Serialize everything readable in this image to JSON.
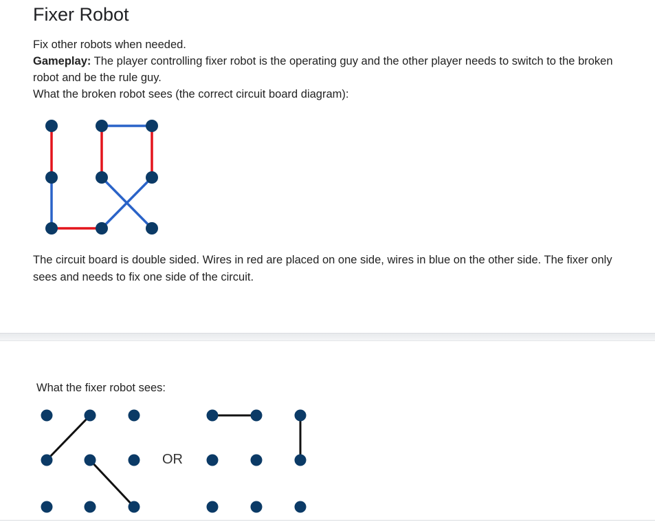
{
  "title": "Fixer Robot",
  "intro": "Fix other robots when needed.",
  "gameplay_label": "Gameplay:",
  "gameplay_text": " The player controlling fixer robot is the operating guy and the other player needs to switch to the broken robot and be the rule guy.",
  "broken_sees": "What the broken robot sees (the correct circuit board diagram):",
  "description": "The circuit board is double sided. Wires in red are placed on one side, wires in blue on the other side. The fixer only sees and needs to fix one side of the circuit.",
  "fixer_sees": "What the fixer robot sees:",
  "or_label": "OR",
  "colors": {
    "node": "#0b3a66",
    "red_wire": "#e3141c",
    "blue_wire": "#2a63c8",
    "black_wire": "#111111"
  }
}
